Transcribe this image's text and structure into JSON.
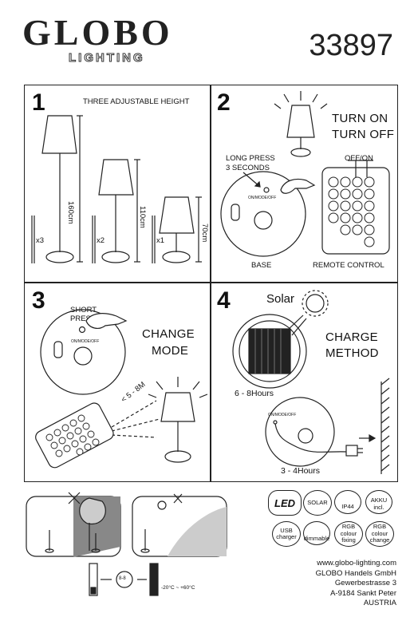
{
  "header": {
    "brand": "GLOBO",
    "sub": "LIGHTING",
    "model": "33897"
  },
  "step1": {
    "number": "1",
    "title": "THREE ADJUSTABLE HEIGHT",
    "heights": [
      "160cm",
      "110cm",
      "70cm"
    ],
    "counts": [
      "x3",
      "x2",
      "x1"
    ]
  },
  "step2": {
    "number": "2",
    "turn": [
      "TURN ON",
      "TURN OFF"
    ],
    "press": [
      "LONG PRESS",
      "3 SECONDS"
    ],
    "offon": "OFF/ON",
    "button": "ON/MODE/OFF",
    "base": "BASE",
    "remote": "REMOTE CONTROL"
  },
  "step3": {
    "number": "3",
    "press": [
      "SHORT",
      "PRESS"
    ],
    "button": "ON/MODE/OFF",
    "mode": [
      "CHANGE",
      "MODE"
    ],
    "distance": "< 5 - 8M"
  },
  "step4": {
    "number": "4",
    "solar": "Solar",
    "charge": [
      "CHARGE",
      "METHOD"
    ],
    "solar_time": "6 - 8Hours",
    "usb_time": "3 - 4Hours",
    "button": "ON/MODE/OFF"
  },
  "badges": [
    {
      "id": "led",
      "lines": [
        "LED"
      ]
    },
    {
      "id": "solar",
      "lines": [
        "SOLAR"
      ]
    },
    {
      "id": "ip44",
      "lines": [
        "IP44"
      ]
    },
    {
      "id": "akku",
      "lines": [
        "AKKU",
        "incl."
      ]
    },
    {
      "id": "usb",
      "lines": [
        "USB",
        "charger"
      ]
    },
    {
      "id": "dimmable",
      "lines": [
        "dimmable"
      ]
    },
    {
      "id": "rgb-fixing",
      "lines": [
        "RGB",
        "colour",
        "fixing"
      ]
    },
    {
      "id": "rgb-change",
      "lines": [
        "RGB",
        "colour",
        "change"
      ]
    }
  ],
  "battery": {
    "charge_label": "8-8",
    "temp": "-20°C ~ +60°C"
  },
  "address": {
    "lines": [
      "www.globo-lighting.com",
      "GLOBO Handels GmbH",
      "Gewerbestrasse 3",
      "A-9184 Sankt Peter",
      "AUSTRIA"
    ]
  }
}
